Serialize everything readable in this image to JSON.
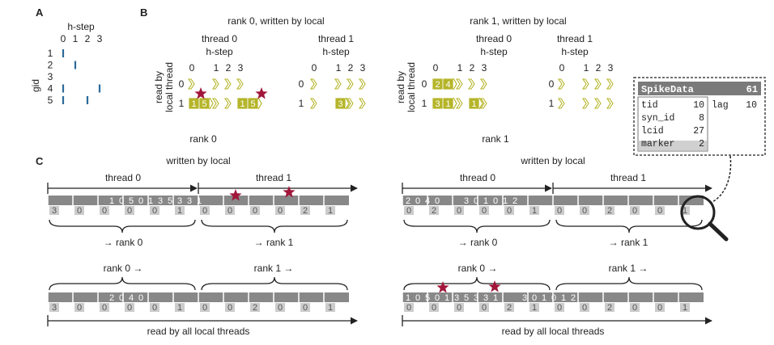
{
  "panel_labels": {
    "a": "A",
    "b": "B",
    "c": "C"
  },
  "panel_a": {
    "title": "h-step",
    "cols": [
      "0",
      "1",
      "2",
      "3"
    ],
    "rows": [
      "1",
      "2",
      "3",
      "4",
      "5"
    ],
    "ylabel": "gid",
    "spikes": [
      [
        1,
        0
      ],
      [
        2,
        1
      ],
      [
        4,
        0
      ],
      [
        4,
        3
      ],
      [
        5,
        0
      ],
      [
        5,
        2
      ]
    ]
  },
  "panel_b": {
    "ylabel_1": "read by",
    "ylabel_2": "local thread",
    "ranks": [
      {
        "title": "rank 0, written by local",
        "caption": "rank 0",
        "threads": [
          {
            "title": "thread 0",
            "sub": "h-step",
            "cols": [
              "0",
              "1",
              "2",
              "3"
            ],
            "rows": [
              {
                "label": "0",
                "cells": [
                  "",
                  "",
                  "",
                  ""
                ]
              },
              {
                "label": "1",
                "cells": [
                  "1|5",
                  "",
                  "",
                  "1|5"
                ]
              }
            ]
          },
          {
            "title": "thread 1",
            "sub": "h-step",
            "cols": [
              "0",
              "1",
              "2",
              "3"
            ],
            "rows": [
              {
                "label": "0",
                "cells": [
                  "",
                  "",
                  "",
                  ""
                ]
              },
              {
                "label": "1",
                "cells": [
                  "",
                  "3",
                  "",
                  ""
                ]
              }
            ]
          }
        ]
      },
      {
        "title": "rank 1, written by local",
        "caption": "rank 1",
        "threads": [
          {
            "title": "thread 0",
            "sub": "h-step",
            "cols": [
              "0",
              "1",
              "2",
              "3"
            ],
            "rows": [
              {
                "label": "0",
                "cells": [
                  "2|4",
                  "",
                  "",
                  ""
                ]
              },
              {
                "label": "1",
                "cells": [
                  "3|1",
                  "",
                  "1",
                  ""
                ]
              }
            ]
          },
          {
            "title": "thread 1",
            "sub": "h-step",
            "cols": [
              "0",
              "1",
              "2",
              "3"
            ],
            "rows": [
              {
                "label": "0",
                "cells": [
                  "",
                  "",
                  "",
                  ""
                ]
              },
              {
                "label": "1",
                "cells": [
                  "",
                  "",
                  "",
                  ""
                ]
              }
            ]
          }
        ]
      }
    ]
  },
  "spikedata": {
    "title": "SpikeData",
    "value": "61",
    "fields": [
      {
        "name": "tid",
        "value": "10"
      },
      {
        "name": "syn_id",
        "value": "8"
      },
      {
        "name": "lcid",
        "value": "27"
      },
      {
        "name": "marker",
        "value": "2"
      }
    ],
    "lag_name": "lag",
    "lag_value": "10"
  },
  "panel_c": {
    "written_label": "written by local",
    "read_label": "read by all local threads",
    "sides": [
      {
        "thread_labels": [
          "thread 0",
          "thread 1"
        ],
        "top_row": {
          "upper": [
            "",
            "",
            "",
            "",
            "",
            "",
            "1",
            "0",
            "5",
            "0",
            "1",
            "3",
            "5",
            "3",
            "3",
            "1"
          ],
          "lower": [
            "3",
            "0",
            "0",
            "0",
            "0",
            "1",
            "0",
            "0",
            "0",
            "0",
            "2",
            "1"
          ]
        },
        "to_labels": [
          "→ rank 0",
          "→ rank 1"
        ],
        "from_labels": [
          "rank 0 →",
          "rank 1 →"
        ],
        "bottom_row": {
          "upper": [
            "",
            "",
            "",
            "",
            "",
            "",
            "2",
            "0",
            "4",
            "0",
            "",
            ""
          ],
          "lower": [
            "3",
            "0",
            "0",
            "0",
            "0",
            "1",
            "0",
            "0",
            "2",
            "0",
            "0",
            "1"
          ]
        }
      },
      {
        "thread_labels": [
          "thread 0",
          "thread 1"
        ],
        "top_row": {
          "upper": [
            "2",
            "0",
            "4",
            "0",
            "",
            "",
            "3",
            "0",
            "1",
            "0",
            "1",
            "2"
          ],
          "lower": [
            "0",
            "2",
            "0",
            "0",
            "0",
            "1",
            "0",
            "0",
            "2",
            "0",
            "0",
            "1"
          ]
        },
        "to_labels": [
          "→ rank 0",
          "→ rank 1"
        ],
        "from_labels": [
          "rank 0 →",
          "rank 1 →"
        ],
        "bottom_row": {
          "upper": [
            "1",
            "0",
            "5",
            "0",
            "1",
            "3",
            "5",
            "3",
            "3",
            "1",
            "",
            "",
            "3",
            "0",
            "1",
            "0",
            "1",
            "2"
          ],
          "lower": [
            "0",
            "0",
            "0",
            "0",
            "2",
            "1",
            "0",
            "0",
            "2",
            "0",
            "0",
            "1"
          ]
        }
      }
    ]
  },
  "colors": {
    "cell_fill": "#b5b52a",
    "cell_light": "#d6d67a",
    "star": "#a1163a",
    "bar": "#888888",
    "lower_cell": "#cccccc",
    "arrow_olive": "#b5b52a"
  }
}
